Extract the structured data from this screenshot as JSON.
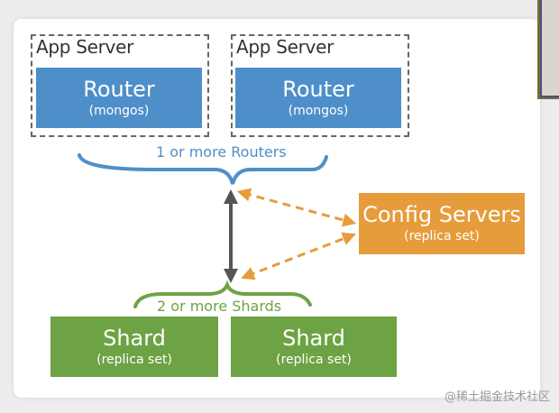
{
  "app_servers": [
    {
      "label": "App Server",
      "router": {
        "title": "Router",
        "subtitle": "(mongos)"
      }
    },
    {
      "label": "App Server",
      "router": {
        "title": "Router",
        "subtitle": "(mongos)"
      }
    }
  ],
  "routers_caption": "1 or more Routers",
  "config": {
    "title": "Config Servers",
    "subtitle": "(replica set)"
  },
  "shards_caption": "2 or more Shards",
  "shards": [
    {
      "title": "Shard",
      "subtitle": "(replica set)"
    },
    {
      "title": "Shard",
      "subtitle": "(replica set)"
    }
  ],
  "watermark": "@稀土掘金技术社区",
  "colors": {
    "router": "#4e8fc9",
    "config": "#e69c3a",
    "shard": "#6da344",
    "arrow": "#555555"
  }
}
